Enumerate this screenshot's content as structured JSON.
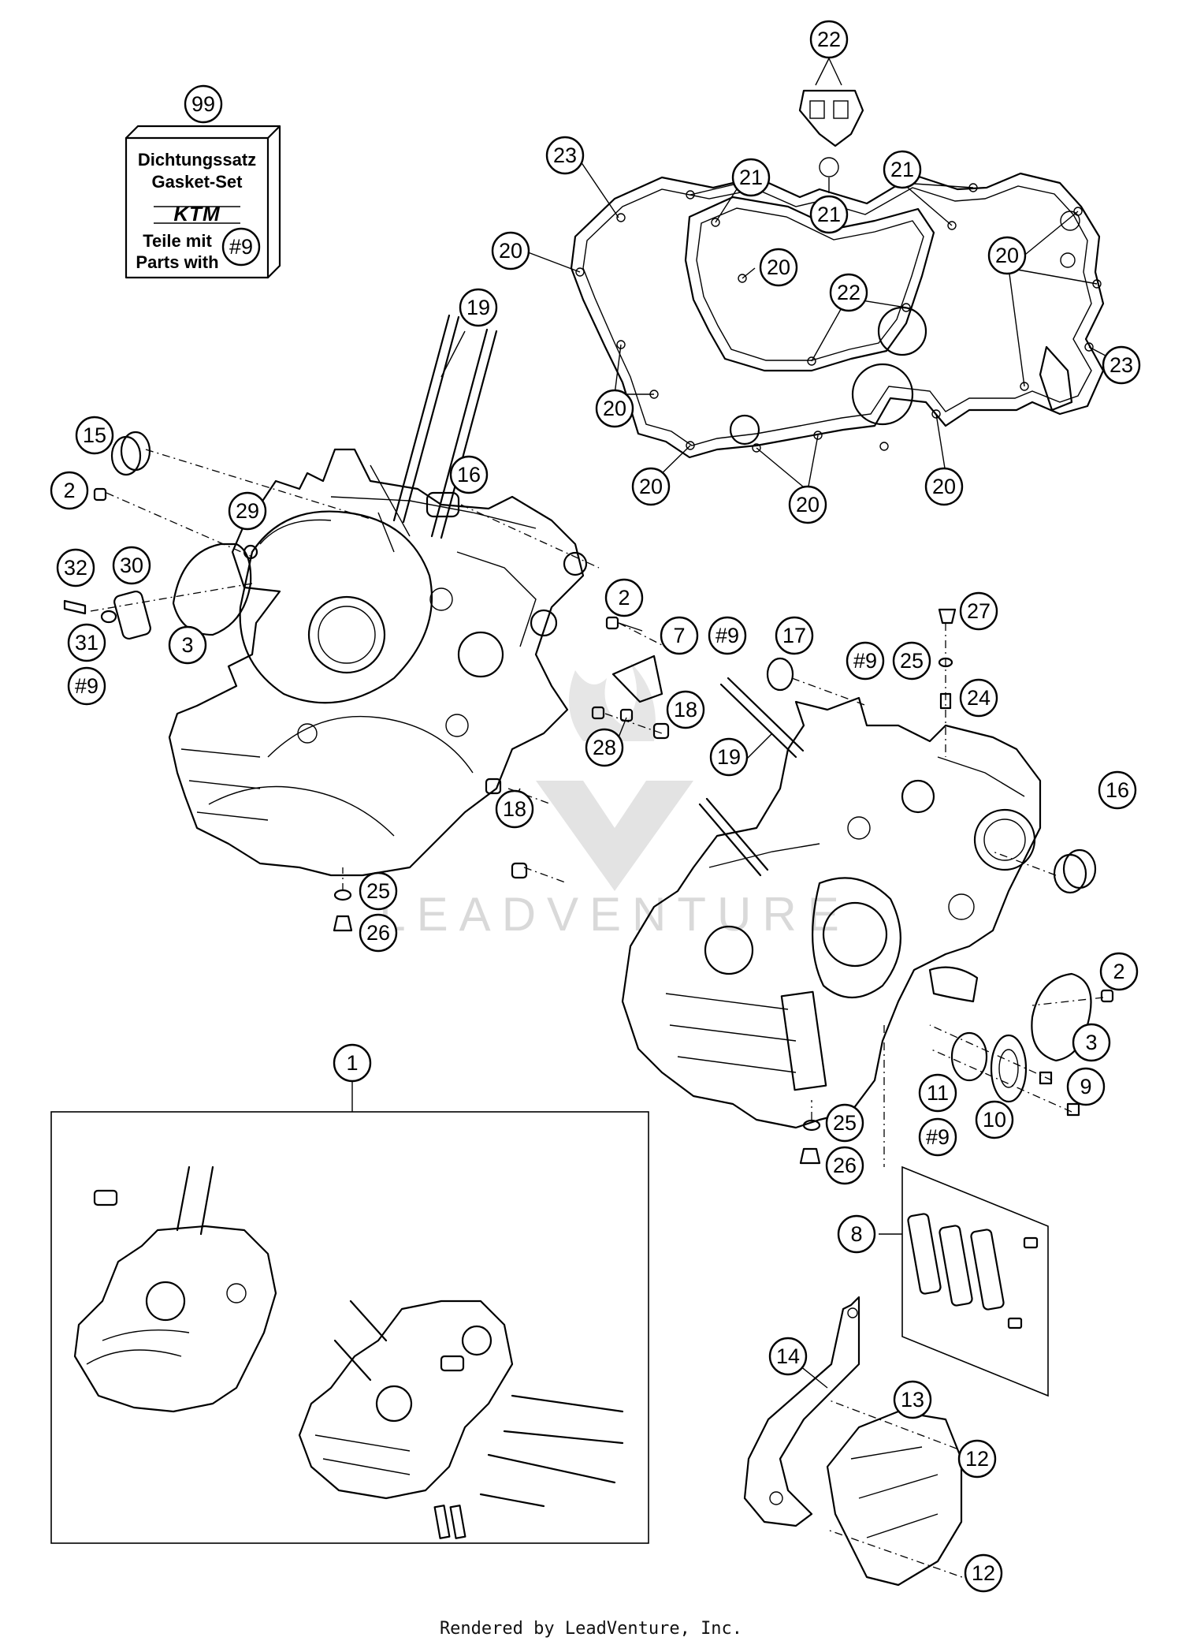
{
  "kit": {
    "callout": "99",
    "line1": "Dichtungssatz",
    "line2": "Gasket-Set",
    "logo": "KTM",
    "line3": "Teile mit",
    "line4": "Parts with",
    "ref": "#9"
  },
  "callouts": {
    "c1": "1",
    "c2a": "2",
    "c2b": "2",
    "c2c": "2",
    "c3a": "3",
    "c3b": "3",
    "c7": "7",
    "c8": "8",
    "c9": "9",
    "c10": "10",
    "c11": "11",
    "c12a": "12",
    "c12b": "12",
    "c13": "13",
    "c14": "14",
    "c15": "15",
    "c16a": "16",
    "c16b": "16",
    "c17": "17",
    "c18a": "18",
    "c18b": "18",
    "c19a": "19",
    "c19b": "19",
    "c20a": "20",
    "c20b": "20",
    "c20c": "20",
    "c20d": "20",
    "c20e": "20",
    "c20f": "20",
    "c20g": "20",
    "c21a": "21",
    "c21b": "21",
    "c21c": "21",
    "c22a": "22",
    "c22b": "22",
    "c23a": "23",
    "c23b": "23",
    "c24": "24",
    "c25a": "25",
    "c25b": "25",
    "c25c": "25",
    "c26a": "26",
    "c26b": "26",
    "c27": "27",
    "c28": "28",
    "c29": "29",
    "c30": "30",
    "c31": "31",
    "c32": "32",
    "h9a": "#9",
    "h9b": "#9",
    "h9c": "#9",
    "h9d": "#9"
  },
  "watermark": "LEADVENTURE",
  "footer": "Rendered by LeadVenture, Inc."
}
